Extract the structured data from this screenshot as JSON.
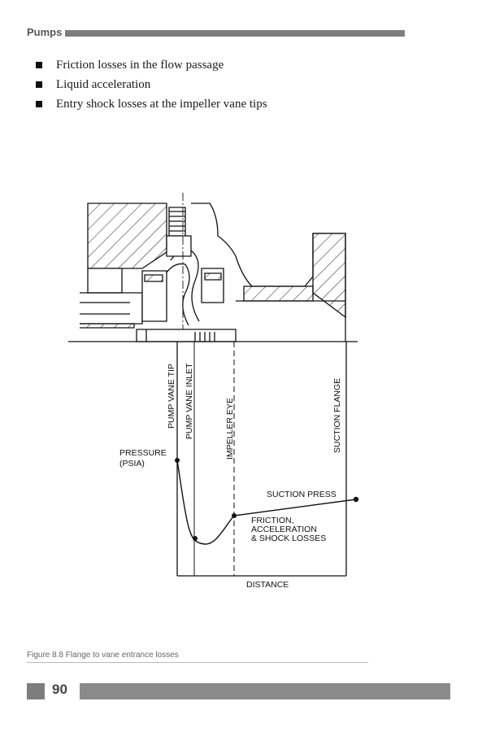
{
  "header": {
    "title": "Pumps"
  },
  "bullets": [
    "Friction losses in the flow passage",
    "Liquid acceleration",
    "Entry shock losses at the impeller vane tips"
  ],
  "figure": {
    "labels": {
      "pump_vane_tip": "PUMP VANE TIP",
      "pump_vane_inlet": "PUMP VANE INLET",
      "impeller_eye": "IMPELLER EYE",
      "suction_flange": "SUCTION FLANGE",
      "pressure": "PRESSURE",
      "psia": "(PSIA)",
      "suction_press": "SUCTION PRESS",
      "losses_line1": "FRICTION,",
      "losses_line2": "ACCELERATION",
      "losses_line3": "& SHOCK LOSSES",
      "distance": "DISTANCE"
    }
  },
  "caption": "Figure 8.8 Flange to vane entrance losses",
  "footer": {
    "page_number": "90"
  }
}
